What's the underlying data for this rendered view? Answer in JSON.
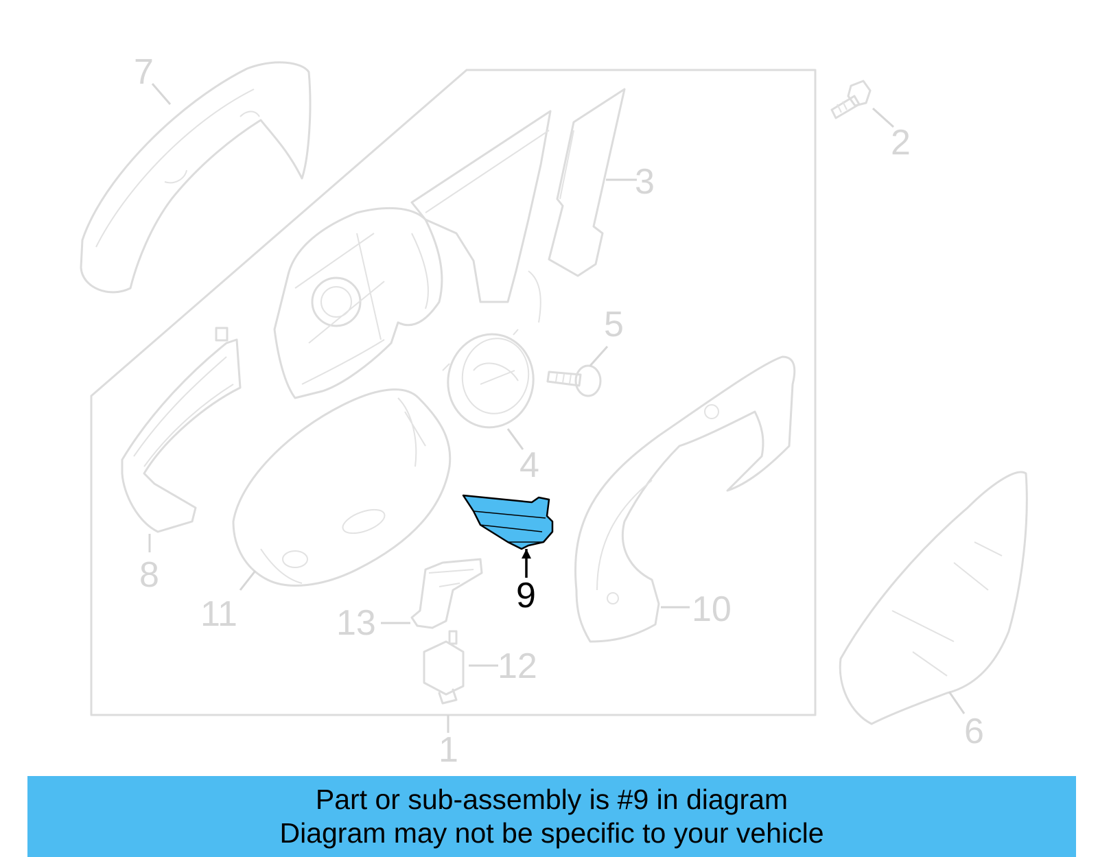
{
  "diagram": {
    "highlight_color": "#4dbcf2",
    "line_color": "#dcdcdc",
    "highlighted_part": "9",
    "callouts": [
      "1",
      "2",
      "3",
      "4",
      "5",
      "6",
      "7",
      "8",
      "9",
      "10",
      "11",
      "12",
      "13"
    ]
  },
  "banner": {
    "line1": "Part or sub-assembly is #9 in diagram",
    "line2": "Diagram may not be specific to your vehicle",
    "background": "#4dbcf2"
  }
}
